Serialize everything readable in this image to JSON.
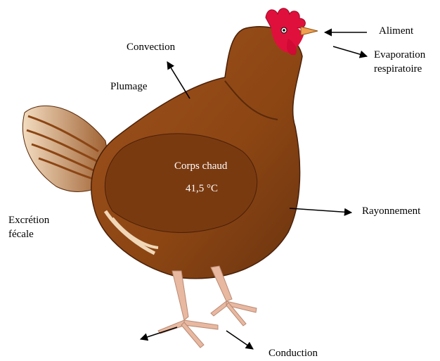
{
  "labels": {
    "aliment": "Aliment",
    "evaporation": "Evaporation\nrespiratoire",
    "convection": "Convection",
    "plumage": "Plumage",
    "corps_chaud": "Corps chaud",
    "temperature": "41,5 °C",
    "rayonnement": "Rayonnement",
    "excretion": "Excrétion\nfécale",
    "conduction": "Conduction"
  },
  "colors": {
    "body": "#8b4513",
    "body_dark": "#5a2a0a",
    "comb": "#e0103c",
    "beak": "#f0a050",
    "legs": "#e8b8a0",
    "tail_light": "#f0d8b8"
  },
  "icons": {
    "chicken": "hen-illustration",
    "arrow": "black-arrow"
  }
}
